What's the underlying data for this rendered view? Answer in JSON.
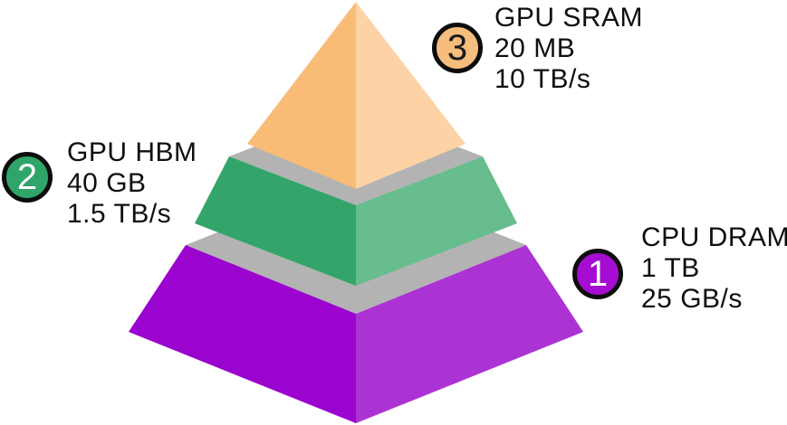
{
  "figure": {
    "kind": "memory-hierarchy-pyramid",
    "background": "#FFFFFF",
    "text_color": "#0F0F0F",
    "separator_color": "#B3B3B3",
    "badge_ring_color": "#0D0D0D",
    "tiers": [
      {
        "rank": "1",
        "name": "CPU DRAM",
        "capacity": "1 TB",
        "bandwidth": "25 GB/s",
        "face_color_left": "#9A04CE",
        "face_color_right": "#AC33D3",
        "badge_fill": "#A50DD2",
        "badge_text_color": "#FFFFFF"
      },
      {
        "rank": "2",
        "name": "GPU HBM",
        "capacity": "40 GB",
        "bandwidth": "1.5 TB/s",
        "face_color_left": "#34A56A",
        "face_color_right": "#67BD8D",
        "badge_fill": "#2FA569",
        "badge_text_color": "#FFFFFF"
      },
      {
        "rank": "3",
        "name": "GPU SRAM",
        "capacity": "20 MB",
        "bandwidth": "10 TB/s",
        "face_color_left": "#F8BC77",
        "face_color_right": "#FDD3A5",
        "badge_fill": "#F6BE7D",
        "badge_text_color": "#1A1A1A"
      }
    ]
  }
}
